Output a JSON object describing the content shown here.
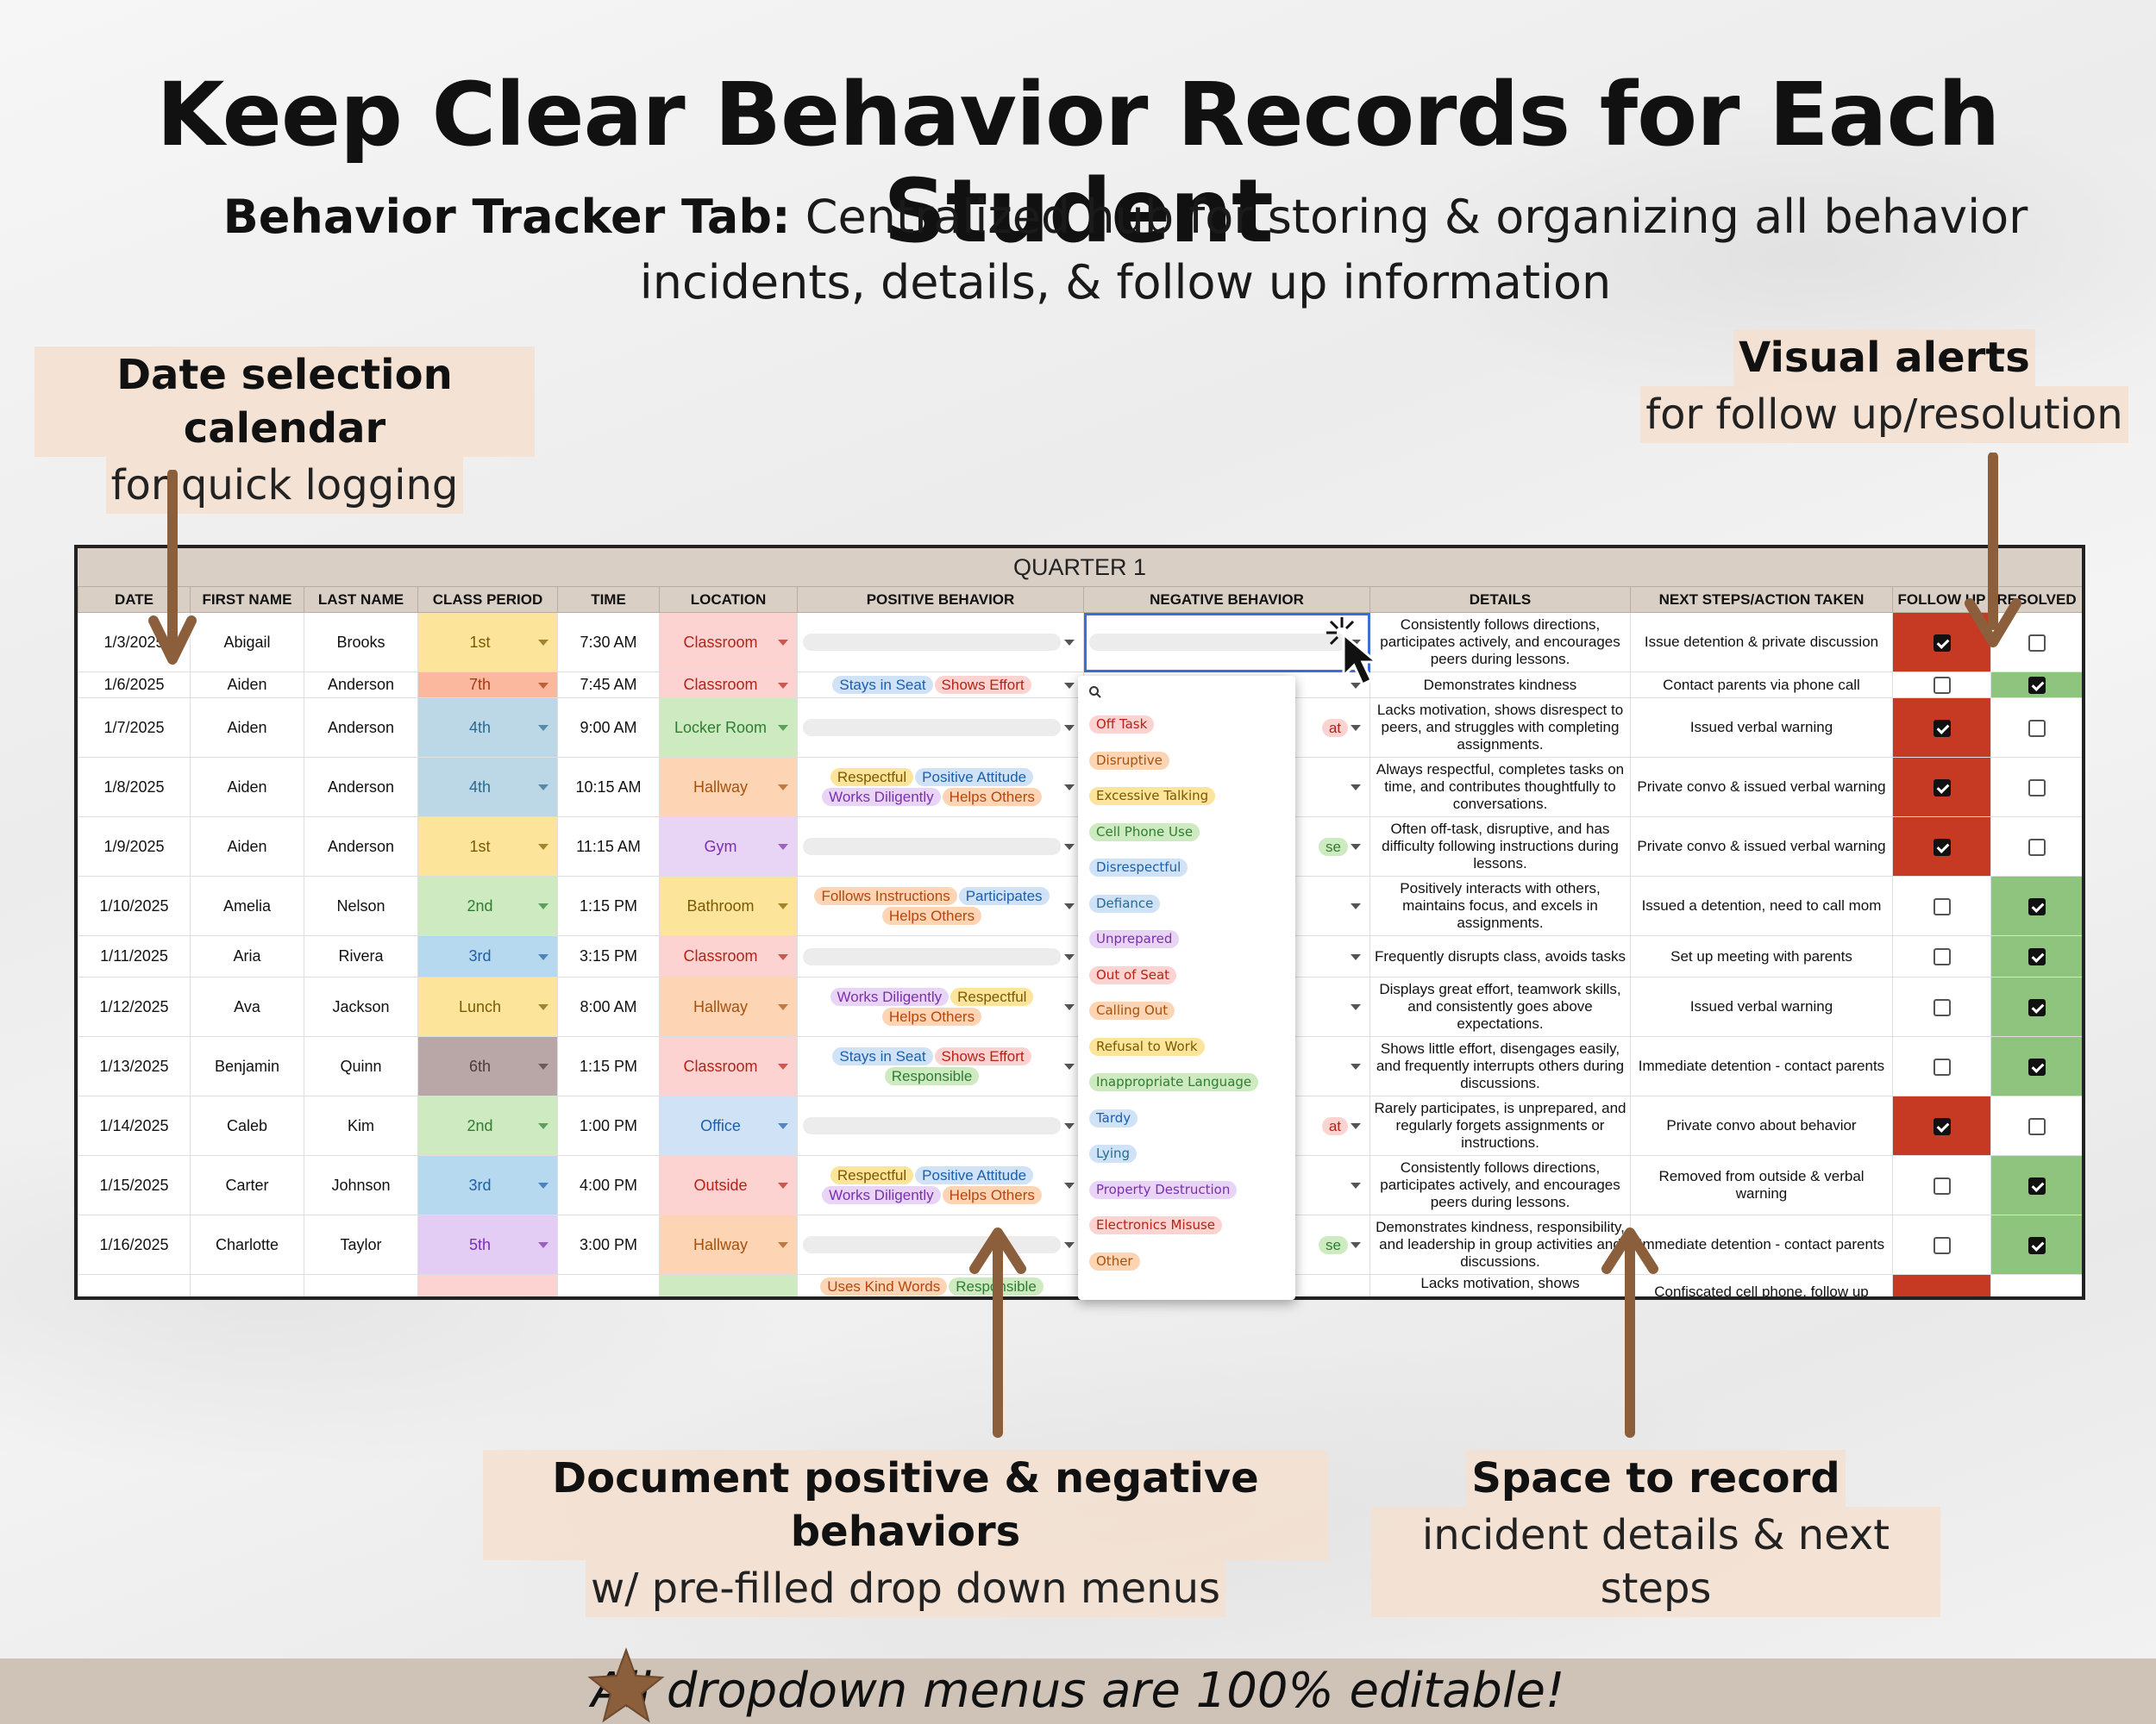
{
  "headline": "Keep Clear Behavior Records for Each Student",
  "subheadline": {
    "bold": "Behavior Tracker Tab:",
    "rest": " Centralized hub for storing & organizing all behavior incidents, details, & follow up information"
  },
  "callouts": {
    "date": {
      "title": "Date selection calendar",
      "sub": "for quick logging"
    },
    "alerts": {
      "title": "Visual alerts",
      "sub": "for follow up/resolution"
    },
    "behaviors": {
      "title": "Document positive & negative behaviors",
      "sub": "w/ pre-filled drop down menus"
    },
    "record": {
      "title": "Space to record",
      "sub": "incident details & next steps"
    }
  },
  "sheet": {
    "quarter": "QUARTER 1",
    "headers": [
      "DATE",
      "FIRST NAME",
      "LAST NAME",
      "CLASS PERIOD",
      "TIME",
      "LOCATION",
      "POSITIVE BEHAVIOR",
      "NEGATIVE BEHAVIOR",
      "DETAILS",
      "NEXT STEPS/ACTION TAKEN",
      "FOLLOW UP",
      "RESOLVED"
    ],
    "rows": [
      {
        "date": "1/3/2025",
        "first": "Abigail",
        "last": "Brooks",
        "period": "1st",
        "time": "7:30 AM",
        "location": "Classroom",
        "details": "Consistently follows directions, participates actively, and encourages peers during lessons.",
        "next": "Issue detention & private discussion"
      },
      {
        "date": "1/6/2025",
        "first": "Aiden",
        "last": "Anderson",
        "period": "7th",
        "time": "7:45 AM",
        "location": "Classroom",
        "details": "Demonstrates kindness",
        "next": "Contact parents via phone call"
      },
      {
        "date": "1/7/2025",
        "first": "Aiden",
        "last": "Anderson",
        "period": "4th",
        "time": "9:00 AM",
        "location": "Locker Room",
        "details": "Lacks motivation, shows disrespect to peers, and struggles with completing assignments.",
        "next": "Issued verbal warning"
      },
      {
        "date": "1/8/2025",
        "first": "Aiden",
        "last": "Anderson",
        "period": "4th",
        "time": "10:15 AM",
        "location": "Hallway",
        "details": "Always respectful, completes tasks on time, and contributes thoughtfully to conversations.",
        "next": "Private convo & issued verbal warning"
      },
      {
        "date": "1/9/2025",
        "first": "Aiden",
        "last": "Anderson",
        "period": "1st",
        "time": "11:15 AM",
        "location": "Gym",
        "details": "Often off-task, disruptive, and has difficulty following instructions during lessons.",
        "next": "Private convo & issued verbal warning"
      },
      {
        "date": "1/10/2025",
        "first": "Amelia",
        "last": "Nelson",
        "period": "2nd",
        "time": "1:15 PM",
        "location": "Bathroom",
        "details": "Positively interacts with others, maintains focus, and excels in assignments.",
        "next": "Issued a detention, need to call mom"
      },
      {
        "date": "1/11/2025",
        "first": "Aria",
        "last": "Rivera",
        "period": "3rd",
        "time": "3:15 PM",
        "location": "Classroom",
        "details": "Frequently disrupts class, avoids tasks",
        "next": "Set up meeting with parents"
      },
      {
        "date": "1/12/2025",
        "first": "Ava",
        "last": "Jackson",
        "period": "Lunch",
        "time": "8:00 AM",
        "location": "Hallway",
        "details": "Displays great effort, teamwork skills, and consistently goes above expectations.",
        "next": "Issued verbal warning"
      },
      {
        "date": "1/13/2025",
        "first": "Benjamin",
        "last": "Quinn",
        "period": "6th",
        "time": "1:15 PM",
        "location": "Classroom",
        "details": "Shows little effort, disengages easily, and frequently interrupts others during discussions.",
        "next": "Immediate detention - contact parents"
      },
      {
        "date": "1/14/2025",
        "first": "Caleb",
        "last": "Kim",
        "period": "2nd",
        "time": "1:00 PM",
        "location": "Office",
        "details": "Rarely participates, is unprepared, and regularly forgets assignments or instructions.",
        "next": "Private convo about behavior"
      },
      {
        "date": "1/15/2025",
        "first": "Carter",
        "last": "Johnson",
        "period": "3rd",
        "time": "4:00 PM",
        "location": "Outside",
        "details": "Consistently follows directions, participates actively, and encourages peers during lessons.",
        "next": "Removed from outside & verbal warning"
      },
      {
        "date": "1/16/2025",
        "first": "Charlotte",
        "last": "Taylor",
        "period": "5th",
        "time": "3:00 PM",
        "location": "Hallway",
        "details": "Demonstrates kindness, responsibility, and leadership in group activities and discussions.",
        "next": "Immediate detention - contact parents"
      },
      {
        "date": "",
        "first": "",
        "last": "",
        "period": "",
        "time": "",
        "location": "",
        "details": "Lacks motivation, shows",
        "next": "Confiscated cell phone, follow up"
      }
    ],
    "positive_chips": {
      "r1": [
        "Stays in Seat",
        "Shows Effort"
      ],
      "r3": [
        "Respectful",
        "Positive Attitude",
        "Works Diligently",
        "Helps Others"
      ],
      "r5": [
        "Follows Instructions",
        "Participates",
        "Helps Others"
      ],
      "r7": [
        "Works Diligently",
        "Respectful",
        "Helps Others"
      ],
      "r8": [
        "Stays in Seat",
        "Shows Effort",
        "Responsible"
      ],
      "r10": [
        "Respectful",
        "Positive Attitude",
        "Works Diligently",
        "Helps Others"
      ],
      "r12": [
        "Uses Kind Words",
        "Responsible"
      ]
    },
    "partial_neg": {
      "r2": "at",
      "r4": "se",
      "r9": "at",
      "r11": "se"
    }
  },
  "dropdown": {
    "search_icon": "search-icon",
    "options": [
      "Off Task",
      "Disruptive",
      "Excessive Talking",
      "Cell Phone Use",
      "Disrespectful",
      "Defiance",
      "Unprepared",
      "Out of Seat",
      "Calling Out",
      "Refusal to Work",
      "Inappropriate Language",
      "Tardy",
      "Lying",
      "Property Destruction",
      "Electronics Misuse",
      "Other"
    ]
  },
  "footer": "All dropdown menus are 100% editable!",
  "colors": {
    "accent_brown": "#8b5e3c",
    "alert_red": "#c63a23",
    "resolved_green": "#8fc47e",
    "header_tan": "#d9cfc5"
  }
}
